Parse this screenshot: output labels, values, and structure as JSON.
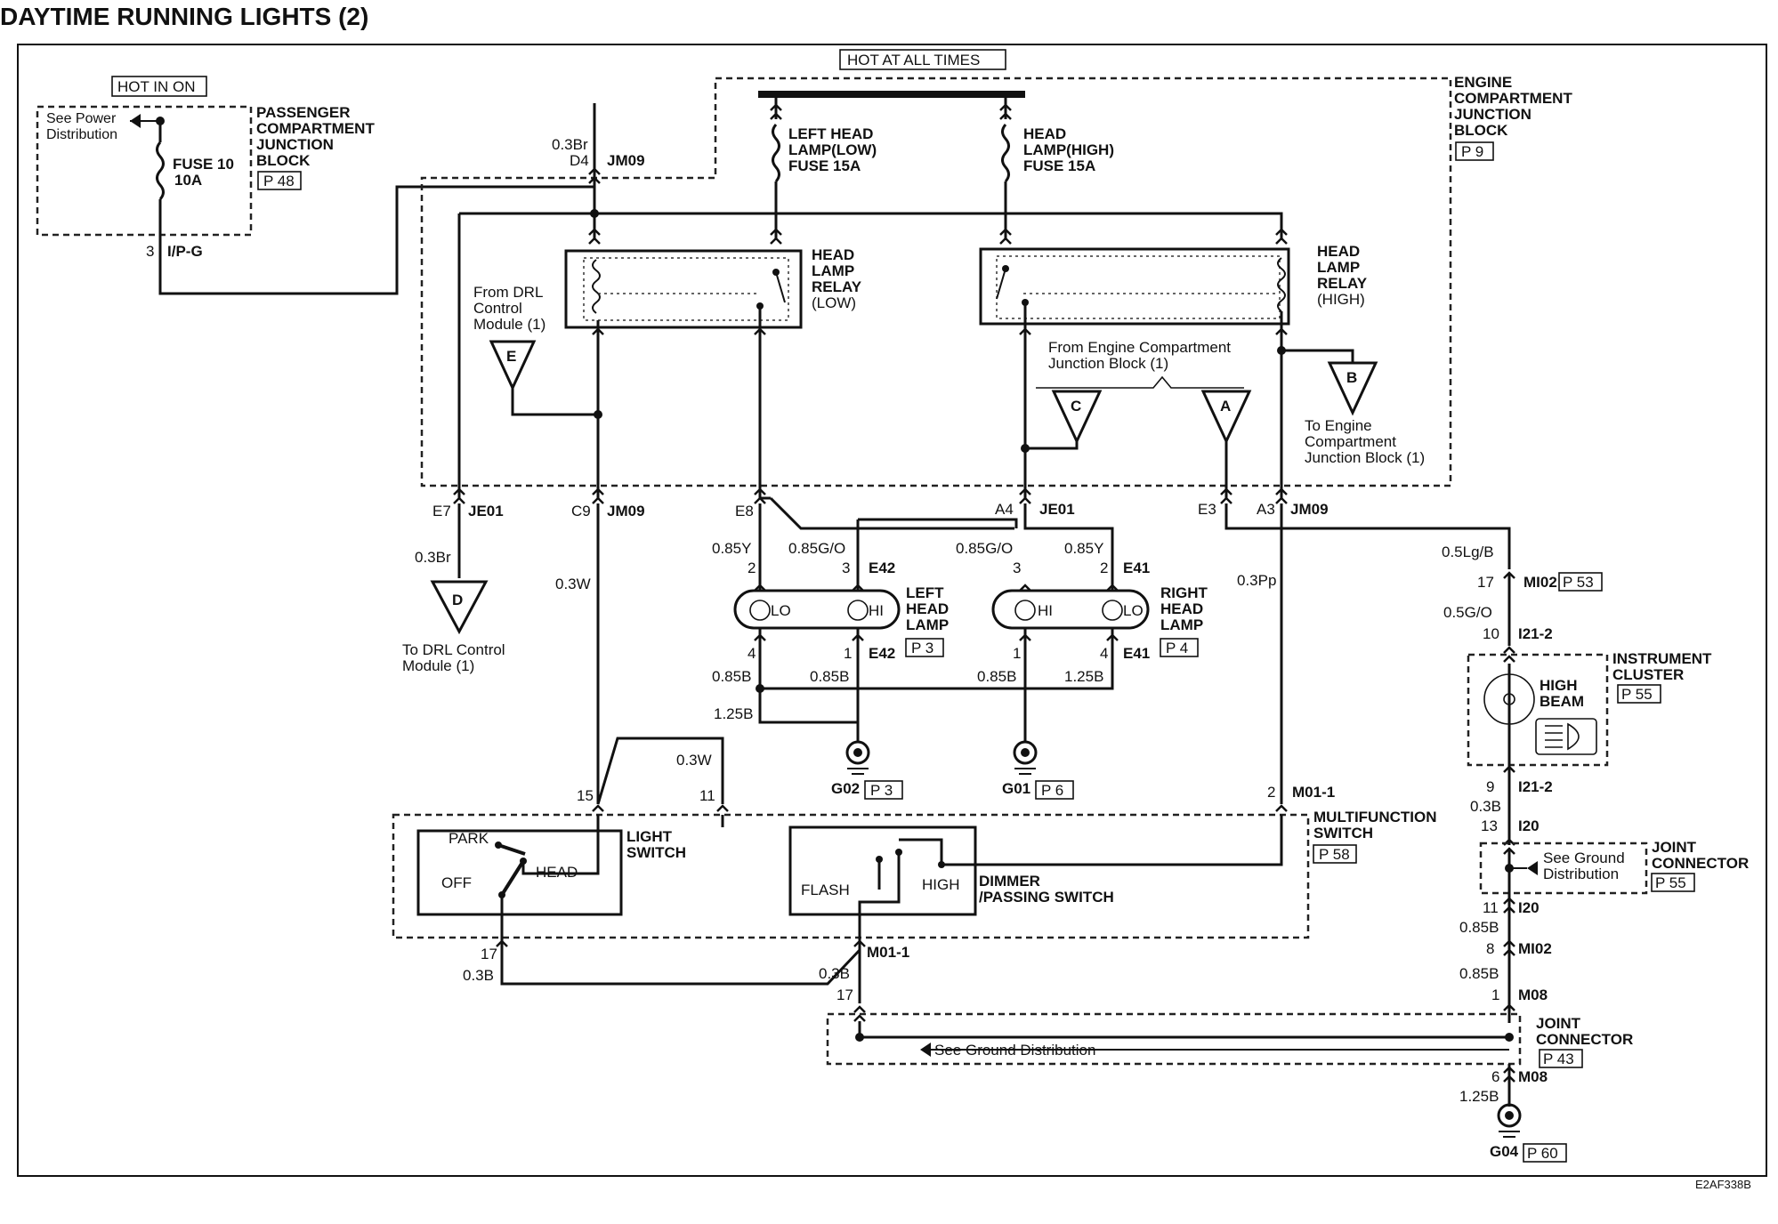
{
  "title": "DAYTIME RUNNING LIGHTS (2)",
  "figure_code": "E2AF338B",
  "labels": {
    "hot_in_on": "HOT IN ON",
    "hot_at_all_times": "HOT AT ALL TIMES",
    "see_power_1": "See Power",
    "see_power_2": "Distribution",
    "fuse10_1": "FUSE 10",
    "fuse10_2": "10A",
    "pcjb_1": "PASSENGER",
    "pcjb_2": "COMPARTMENT",
    "pcjb_3": "JUNCTION",
    "pcjb_4": "BLOCK",
    "pcjb_ref": "P 48",
    "ecjb_1": "ENGINE",
    "ecjb_2": "COMPARTMENT",
    "ecjb_3": "JUNCTION",
    "ecjb_4": "BLOCK",
    "ecjb_ref": "P 9",
    "lhl_fuse_1": "LEFT HEAD",
    "lhl_fuse_2": "LAMP(LOW)",
    "lhl_fuse_3": "FUSE 15A",
    "hhl_fuse_1": "HEAD",
    "hhl_fuse_2": "LAMP(HIGH)",
    "hhl_fuse_3": "FUSE 15A",
    "relay_low_1": "HEAD",
    "relay_low_2": "LAMP",
    "relay_low_3": "RELAY",
    "relay_low_4": "(LOW)",
    "relay_high_1": "HEAD",
    "relay_high_2": "LAMP",
    "relay_high_3": "RELAY",
    "relay_high_4": "(HIGH)",
    "from_drl_1": "From DRL",
    "from_drl_2": "Control",
    "from_drl_3": "Module (1)",
    "from_ecjb_1": "From Engine Compartment",
    "from_ecjb_2": "Junction Block (1)",
    "to_ecjb_1": "To Engine",
    "to_ecjb_2": "Compartment",
    "to_ecjb_3": "Junction Block (1)",
    "to_drl_1": "To DRL Control",
    "to_drl_2": "Module (1)",
    "tri_e": "E",
    "tri_c": "C",
    "tri_a": "A",
    "tri_b": "B",
    "tri_d": "D",
    "left_lamp_1": "LEFT",
    "left_lamp_2": "HEAD",
    "left_lamp_3": "LAMP",
    "left_lamp_ref": "P 3",
    "right_lamp_1": "RIGHT",
    "right_lamp_2": "HEAD",
    "right_lamp_3": "LAMP",
    "right_lamp_ref": "P 4",
    "lo": "LO",
    "hi": "HI",
    "g02": "G02",
    "g02_ref": "P 3",
    "g01": "G01",
    "g01_ref": "P 6",
    "g04": "G04",
    "g04_ref": "P 60",
    "park": "PARK",
    "off": "OFF",
    "head": "HEAD",
    "light_switch_1": "LIGHT",
    "light_switch_2": "SWITCH",
    "flash": "FLASH",
    "high": "HIGH",
    "dimmer_1": "DIMMER",
    "dimmer_2": "/PASSING SWITCH",
    "multi_1": "MULTIFUNCTION",
    "multi_2": "SWITCH",
    "multi_ref": "P 58",
    "cluster_1": "INSTRUMENT",
    "cluster_2": "CLUSTER",
    "cluster_ref": "P 55",
    "high_beam_1": "HIGH",
    "high_beam_2": "BEAM",
    "jc1_1": "JOINT",
    "jc1_2": "CONNECTOR",
    "jc1_ref": "P 55",
    "see_ground_1": "See Ground",
    "see_ground_2": "Distribution",
    "jc2_1": "JOINT",
    "jc2_2": "CONNECTOR",
    "jc2_ref": "P 43",
    "see_ground_dist": "See Ground Distribution"
  },
  "wires": {
    "w_03br_top": "0.3Br",
    "w_03br_e7": "0.3Br",
    "w_03w_c9": "0.3W",
    "w_085y_l": "0.85Y",
    "w_085go_l": "0.85G/O",
    "w_085go_r": "0.85G/O",
    "w_085y_r": "0.85Y",
    "w_03pp": "0.3Pp",
    "w_05lgb": "0.5Lg/B",
    "w_05go": "0.5G/O",
    "w_085b_l4": "0.85B",
    "w_085b_l1": "0.85B",
    "w_085b_r1": "0.85B",
    "w_125b_r4": "1.25B",
    "w_125b_gnd": "1.25B",
    "w_03w_sw": "0.3W",
    "w_03b_17": "0.3B",
    "w_03b_m01": "0.3B",
    "w_03b_cl": "0.3B",
    "w_085b_i20": "0.85B",
    "w_085b_mi02": "0.85B",
    "w_125b_m08": "1.25B"
  },
  "connectors": {
    "jm09_top": "JM09",
    "d4": "D4",
    "ipg": "I/P-G",
    "pin3_ipg": "3",
    "e7": "E7",
    "je01_l": "JE01",
    "c9": "C9",
    "jm09_c9": "JM09",
    "e8": "E8",
    "a4": "A4",
    "je01_r": "JE01",
    "e3": "E3",
    "a3": "A3",
    "jm09_r": "JM09",
    "e42_top": "E42",
    "e42_bot": "E42",
    "e41_top": "E41",
    "e41_bot": "E41",
    "pin_l2": "2",
    "pin_l3": "3",
    "pin_l4": "4",
    "pin_l1": "1",
    "pin_r3": "3",
    "pin_r2": "2",
    "pin_r1": "1",
    "pin_r4": "4",
    "pin15": "15",
    "pin11": "11",
    "pin2": "2",
    "m011_top": "M01-1",
    "pin17_sw": "17",
    "m011_bot": "M01-1",
    "pin17_jc": "17",
    "pin17_mi02": "17",
    "mi02_top": "MI02",
    "mi02_ref": "P 53",
    "pin10": "10",
    "i212_top": "I21-2",
    "pin9": "9",
    "i212_bot": "I21-2",
    "pin13": "13",
    "i20_top": "I20",
    "pin11_i20": "11",
    "i20_bot": "I20",
    "pin8": "8",
    "mi02_bot": "MI02",
    "pin1_m08": "1",
    "m08_top": "M08",
    "pin6": "6",
    "m08_bot": "M08"
  }
}
